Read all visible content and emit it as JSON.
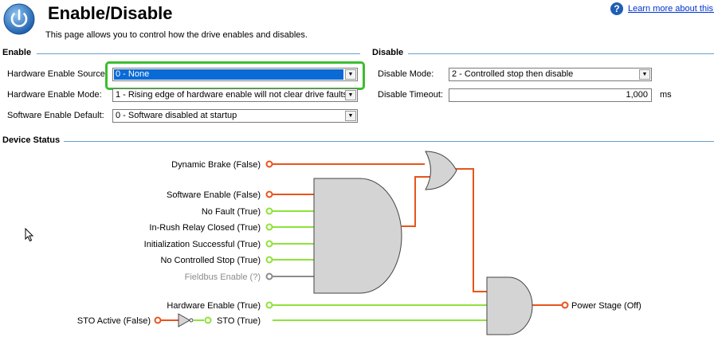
{
  "header": {
    "title": "Enable/Disable",
    "subtitle": "This page allows you to control how the drive enables and disables.",
    "help_link": "Learn more about this t"
  },
  "enable": {
    "section_title": "Enable",
    "hw_source_label": "Hardware Enable Source:",
    "hw_source_value": "0 - None",
    "hw_mode_label": "Hardware Enable Mode:",
    "hw_mode_value": "1 - Rising edge of hardware enable will not clear drive faults",
    "sw_default_label": "Software Enable Default:",
    "sw_default_value": "0 - Software disabled at startup"
  },
  "disable": {
    "section_title": "Disable",
    "mode_label": "Disable Mode:",
    "mode_value": "2 - Controlled stop then disable",
    "timeout_label": "Disable Timeout:",
    "timeout_value": "1,000",
    "timeout_unit": "ms"
  },
  "device_status": {
    "section_title": "Device Status",
    "dynamic_brake": "Dynamic Brake (False)",
    "software_enable": "Software Enable (False)",
    "no_fault": "No Fault (True)",
    "inrush_relay": "In-Rush Relay Closed (True)",
    "init_successful": "Initialization Successful (True)",
    "no_controlled_stop": "No Controlled Stop (True)",
    "fieldbus_enable": "Fieldbus Enable (?)",
    "hardware_enable": "Hardware Enable (True)",
    "sto_active": "STO Active (False)",
    "sto": "STO (True)",
    "power_stage": "Power Stage (Off)"
  },
  "colors": {
    "false_signal": "#e8541c",
    "true_signal": "#8ee23a",
    "unknown_signal": "#8c8c8c",
    "gate_fill": "#d4d4d4",
    "accent_line": "#6aa1cc",
    "highlight": "#3bbd2f",
    "selection": "#0a6ad6"
  }
}
